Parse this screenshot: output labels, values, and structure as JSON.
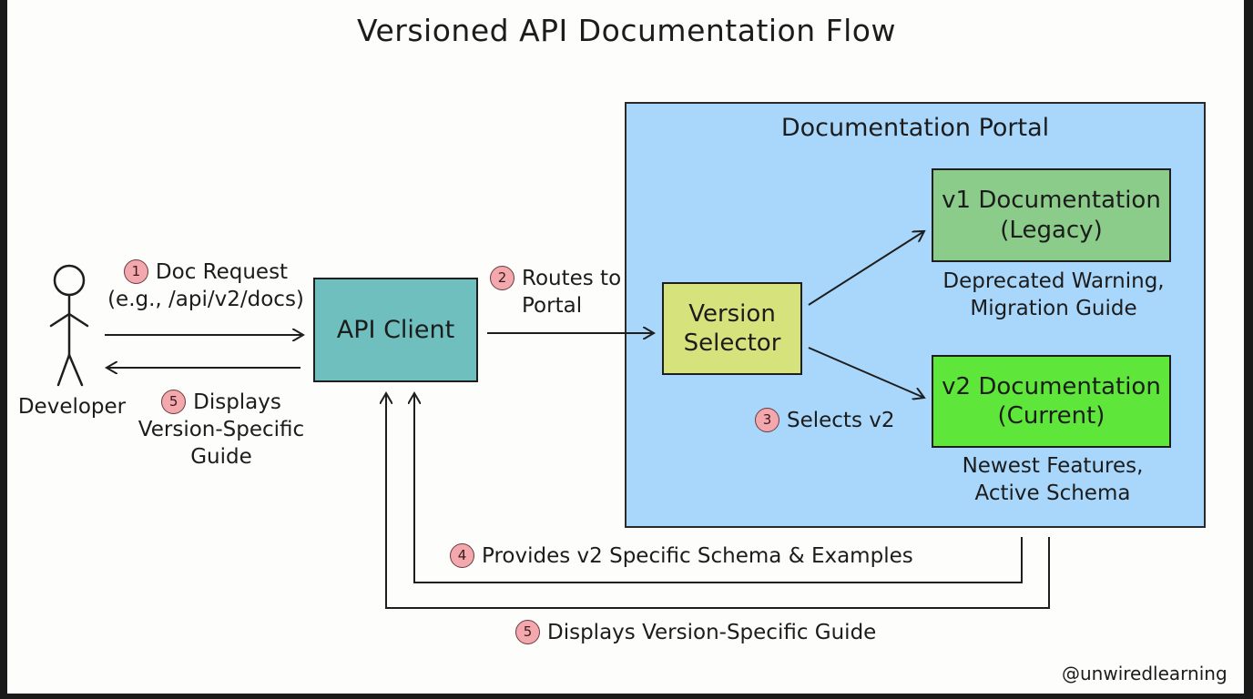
{
  "title": "Versioned API Documentation Flow",
  "actor": {
    "label": "Developer"
  },
  "api_client": {
    "label": "API Client"
  },
  "portal": {
    "title": "Documentation Portal",
    "version_selector": "Version Selector",
    "v1": {
      "name": "v1 Documentation",
      "status": "(Legacy)",
      "note": "Deprecated Warning, Migration Guide"
    },
    "v2": {
      "name": "v2 Documentation",
      "status": "(Current)",
      "note": "Newest Features, Active Schema"
    }
  },
  "steps": [
    {
      "num": "1",
      "text": "Doc Request",
      "detail": "(e.g., /api/v2/docs)"
    },
    {
      "num": "2",
      "text": "Routes to Portal"
    },
    {
      "num": "3",
      "text": "Selects v2"
    },
    {
      "num": "4",
      "text": "Provides v2 Specific Schema & Examples"
    },
    {
      "num": "5",
      "text": "Displays Version-Specific Guide"
    }
  ],
  "colors": {
    "portal_bg": "#a9d7fb",
    "api_client": "#6fbfbf",
    "version_selector": "#d6e27b",
    "v1_box": "#8ccc8a",
    "v2_box": "#5ee73a",
    "step_badge": "#f2a8ad"
  },
  "credit": "@unwiredlearning",
  "icons": [
    "stick-figure-icon",
    "arrow-icon"
  ]
}
